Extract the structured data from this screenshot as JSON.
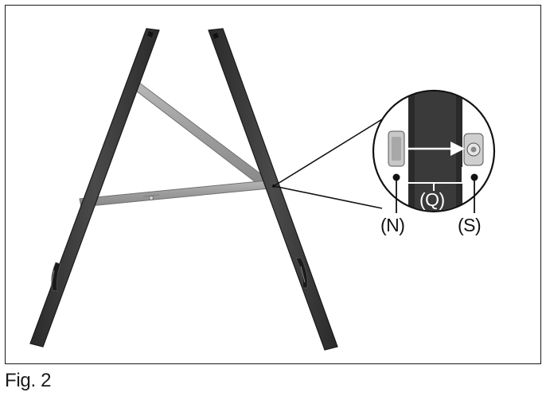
{
  "figure": {
    "caption": "Fig. 2",
    "callouts": {
      "n": "(N)",
      "s": "(S)",
      "q": "(Q)"
    }
  },
  "colors": {
    "leg": "#3d3d3d",
    "leg_edge": "#1f1f1f",
    "brace": "#a3a3a3",
    "brace_edge": "#7a7a7a",
    "line": "#111111"
  }
}
